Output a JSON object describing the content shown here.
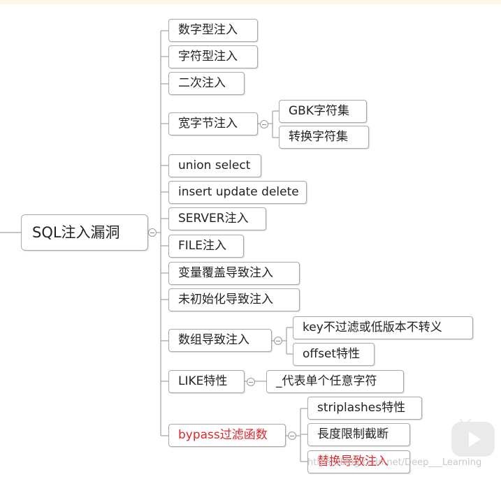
{
  "root": {
    "label": "SQL注入漏洞"
  },
  "branches": [
    {
      "label": "数字型注入",
      "color": "#e0252c"
    },
    {
      "label": "字符型注入"
    },
    {
      "label": "二次注入"
    },
    {
      "label": "宽字节注入",
      "children": [
        {
          "label": "GBK字符集"
        },
        {
          "label": "转换字符集"
        }
      ]
    },
    {
      "label": "union select"
    },
    {
      "label": "insert update delete"
    },
    {
      "label": "SERVER注入"
    },
    {
      "label": "FILE注入"
    },
    {
      "label": "变量覆盖导致注入"
    },
    {
      "label": "未初始化导致注入"
    },
    {
      "label": "数组导致注入",
      "children": [
        {
          "label": "key不过滤或低版本不转义"
        },
        {
          "label": "offset特性"
        }
      ]
    },
    {
      "label": "LIKE特性",
      "children": [
        {
          "label": "_代表单个任意字符"
        }
      ]
    },
    {
      "label": "bypass过滤函数",
      "color": "#e0252c",
      "children": [
        {
          "label": "striplashes特性"
        },
        {
          "label": "長度限制截断"
        },
        {
          "label": "替换导致注入",
          "color": "#e0252c"
        }
      ]
    }
  ],
  "watermark": "https://blog.csdn.net/Deep___Learning",
  "logo": "play-button-icon",
  "colors": {
    "border": "#a9a9a9",
    "line": "#b3b3b3",
    "text": "#222222",
    "highlight": "#e0252c",
    "background": "#ffffff"
  }
}
